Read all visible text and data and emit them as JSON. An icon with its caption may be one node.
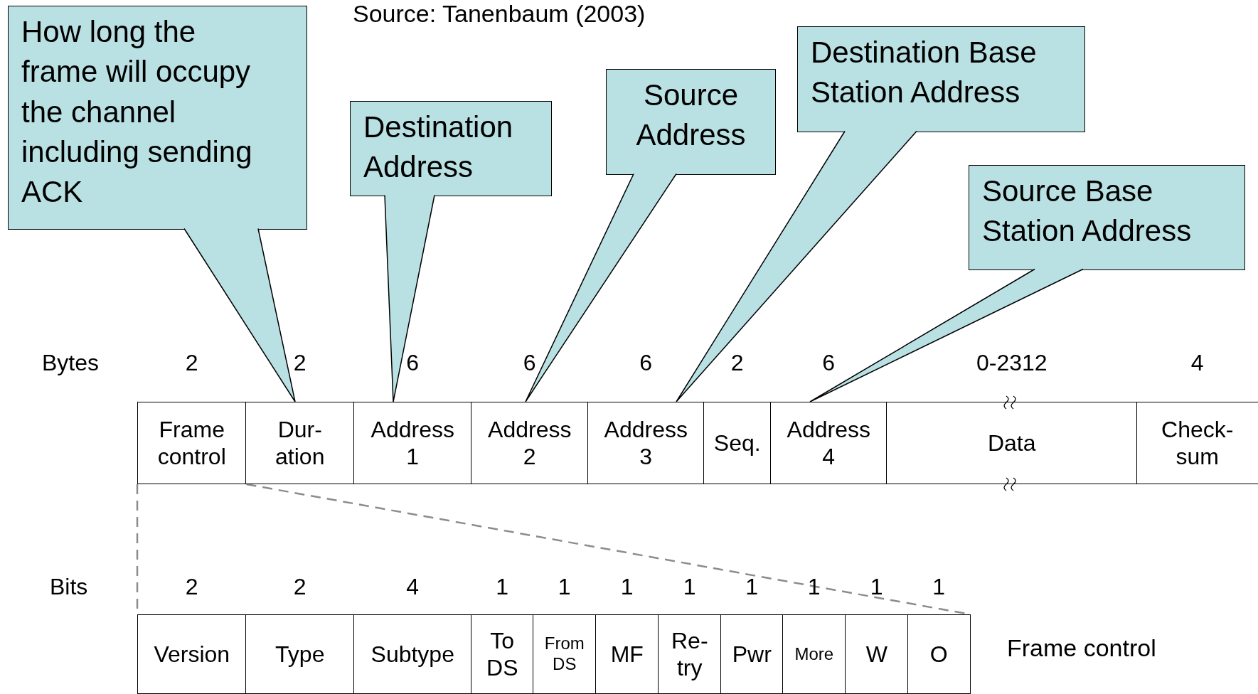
{
  "diagram": {
    "nodes": [
      {
        "text": [
          "How long the frame will occupy the channel including sending ACK"
        ]
      },
      {
        "text": [
          "Destination Address"
        ]
      },
      {
        "text": [
          "Source Address"
        ]
      },
      {
        "text": [
          "Destination Base Station Address"
        ]
      },
      {
        "text": [
          "Source Base Station Address"
        ]
      },
      {
        "text": [
          "Frame control"
        ],
        "beside": [
          "2"
        ]
      },
      {
        "text": [
          "Dur- ation"
        ],
        "beside": [
          "2"
        ]
      },
      {
        "text": [
          "Address 1"
        ],
        "beside": [
          "6"
        ]
      },
      {
        "text": [
          "Address 2"
        ],
        "beside": [
          "6"
        ]
      },
      {
        "text": [
          "Address 3"
        ],
        "beside": [
          "6"
        ]
      },
      {
        "text": [
          "Seq."
        ],
        "beside": [
          "2"
        ]
      },
      {
        "text": [
          "Address 4"
        ],
        "beside": [
          "6"
        ]
      },
      {
        "text": [
          "Data"
        ],
        "beside": [
          "0-2312"
        ]
      },
      {
        "text": [
          "Check- sum"
        ],
        "beside": [
          "4"
        ]
      },
      {
        "text": [
          "Version"
        ],
        "beside": [
          "2"
        ]
      },
      {
        "text": [
          "Type"
        ],
        "beside": [
          "2"
        ]
      },
      {
        "text": [
          "Subtype"
        ],
        "beside": [
          "4"
        ]
      },
      {
        "text": [
          "To DS"
        ],
        "beside": [
          "1"
        ]
      },
      {
        "text": [
          "From DS"
        ],
        "beside": [
          "1"
        ]
      },
      {
        "text": [
          "MF"
        ],
        "beside": [
          "1"
        ]
      },
      {
        "text": [
          "Re- try"
        ],
        "beside": [
          "1"
        ]
      },
      {
        "text": [
          "Pwr"
        ],
        "beside": [
          "1"
        ]
      },
      {
        "text": [
          "More"
        ],
        "beside": [
          "1"
        ]
      },
      {
        "text": [
          "W"
        ],
        "beside": [
          "1"
        ]
      },
      {
        "text": [
          "O"
        ],
        "beside": [
          "1"
        ]
      }
    ],
    "edges": [
      {
        "from": 0,
        "to": 6,
        "arrow": "none"
      },
      {
        "from": 1,
        "to": 7,
        "arrow": "none"
      },
      {
        "from": 2,
        "to": 8,
        "arrow": "none"
      },
      {
        "from": 3,
        "to": 9,
        "arrow": "none"
      },
      {
        "from": 4,
        "to": 11,
        "arrow": "none"
      },
      {
        "from": 5,
        "to": 14,
        "arrow": "none",
        "style": "dashed",
        "color": "#8c8c8c"
      },
      {
        "from": 5,
        "to": 24,
        "arrow": "none",
        "style": "dashed",
        "color": "#8c8c8c"
      }
    ],
    "labels": [
      "Source: Tanenbaum (2003)",
      "Bytes",
      "Bits",
      "Frame control"
    ]
  }
}
